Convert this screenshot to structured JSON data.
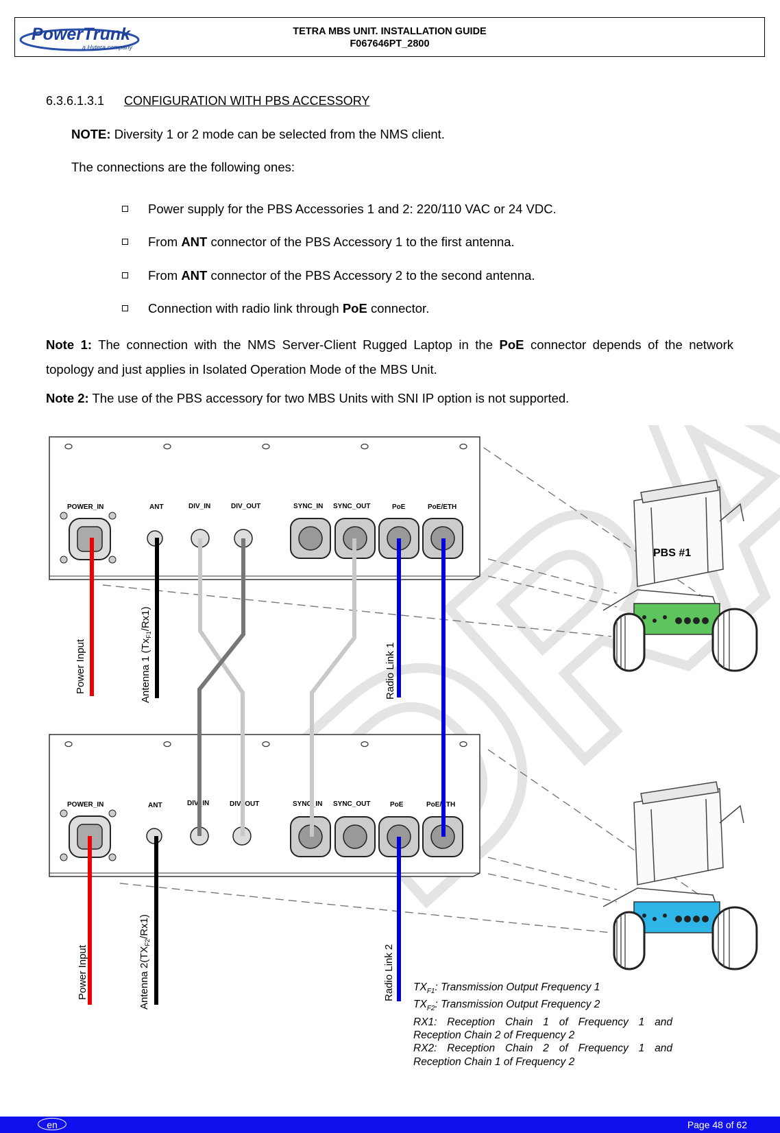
{
  "header": {
    "logo_text": "PowerTrunk",
    "logo_subtext": "a Hytera company",
    "title_line1": "TETRA MBS UNIT. INSTALLATION GUIDE",
    "title_line2": "F067646PT_2800"
  },
  "section": {
    "number": "6.3.6.1.3.1",
    "title": "CONFIGURATION WITH PBS ACCESSORY"
  },
  "note": {
    "label": "NOTE:",
    "text": " Diversity 1 or 2 mode can be selected from the NMS client."
  },
  "intro": "The connections are the following ones:",
  "bullets": [
    {
      "pre": "Power supply for the PBS Accessories 1 and 2: 220/110 VAC or 24 VDC.",
      "bold": "",
      "post": ""
    },
    {
      "pre": "From ",
      "bold": "ANT",
      "post": " connector of the PBS Accessory 1 to the first antenna."
    },
    {
      "pre": "From ",
      "bold": "ANT",
      "post": " connector of the PBS Accessory 2 to the second antenna."
    },
    {
      "pre": "Connection with radio link through ",
      "bold": "PoE",
      "post": " connector."
    }
  ],
  "note1": {
    "label": "Note 1:",
    "pre": " The connection with the NMS Server-Client Rugged Laptop in the ",
    "bold": "PoE",
    "post": " connector depends of the network topology and just applies in Isolated Operation Mode of the MBS Unit."
  },
  "note2": {
    "label": "Note 2:",
    "text": " The use of the PBS accessory for two MBS Units with SNI IP option is not supported."
  },
  "diagram": {
    "panel_ports": [
      "POWER_IN",
      "ANT",
      "DIV_IN",
      "DIV_OUT",
      "SYNC_IN",
      "SYNC_OUT",
      "PoE",
      "PoE/ETH"
    ],
    "pbs1_label": "PBS #1",
    "top_labels": {
      "power": "Power Input",
      "antenna": "Antenna 1 (Tx",
      "antenna_sub": "F1",
      "antenna_end": "/Rx1)",
      "radio": "Radio Link 1"
    },
    "bottom_labels": {
      "power": "Power Input",
      "antenna": "Antenna 2(TX",
      "antenna_sub": "F2",
      "antenna_end": "/Rx1)",
      "radio": "Radio Link 2"
    },
    "watermark": "DRAFT",
    "colors": {
      "power": "#ee0000",
      "antenna": "#000000",
      "div_light": "#c8c8c8",
      "div_dark": "#777777",
      "radio": "#0000dd",
      "pbs1_board": "#5ec45e",
      "pbs2_board": "#2fb6e8"
    }
  },
  "legend": {
    "tx1_pre": "TX",
    "tx1_sub": "F1",
    "tx1_text": ": Transmission Output Frequency 1",
    "tx2_pre": "TX",
    "tx2_sub": "F2",
    "tx2_text": ": Transmission Output Frequency 2",
    "rx1": "RX1: Reception Chain 1 of Frequency 1 and Reception Chain 2 of Frequency 2",
    "rx2": "RX2: Reception Chain 2 of Frequency 1 and Reception Chain 1 of Frequency 2"
  },
  "footer": {
    "lang": "en",
    "page": "Page 48 of 62"
  }
}
